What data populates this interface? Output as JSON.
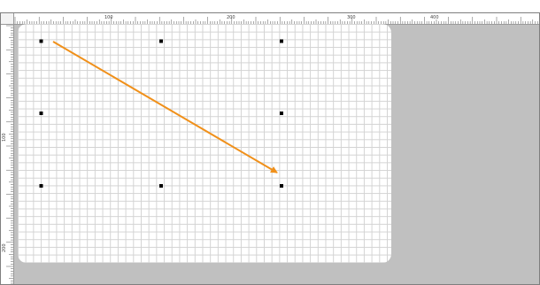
{
  "ruler": {
    "unit": "px",
    "horizontal_labels": [
      "100",
      "200",
      "300",
      "400"
    ],
    "vertical_labels": [
      "100",
      "200"
    ]
  },
  "colors": {
    "workspace": "#c0c0c0",
    "page": "#ffffff",
    "grid": "#d3d3d3",
    "arrow": "#f0901a",
    "handle": "#000000"
  },
  "canvas": {
    "handles": [
      "top-left",
      "top-center",
      "top-right",
      "middle-left",
      "middle-right",
      "bottom-left",
      "bottom-center",
      "bottom-right"
    ],
    "arrow": {
      "style": "straight-arrow",
      "direction": "down-right"
    }
  }
}
